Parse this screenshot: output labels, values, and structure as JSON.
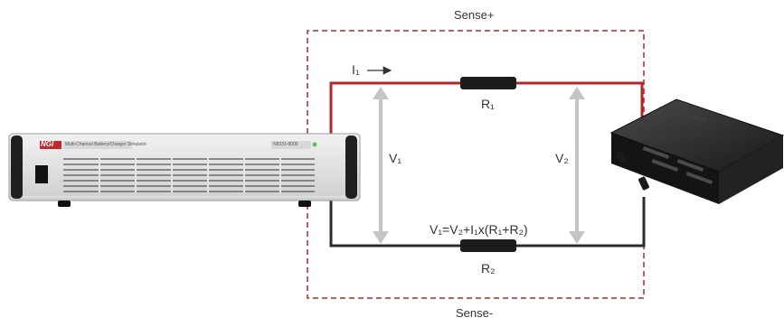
{
  "labels": {
    "sense_plus": "Sense+",
    "sense_minus": "Sense-",
    "current": "I₁",
    "r1": "R₁",
    "r2": "R₂",
    "v1": "V₁",
    "v2": "V₂",
    "equation": "V₁=V₂+I₁x(R₁+R₂)"
  },
  "device": {
    "brand_logo": "NGI",
    "panel_title": "Multi-Channel Battery/Charger Simulator",
    "model": "N8331-8000"
  },
  "colors": {
    "positive_wire": "#b2272c",
    "negative_wire": "#2b2b2b",
    "sense_wire": "#b2272c",
    "voltage_arrow": "#c4c4c4",
    "resistor": "#1c1c1c",
    "brand": "#c0282d"
  }
}
